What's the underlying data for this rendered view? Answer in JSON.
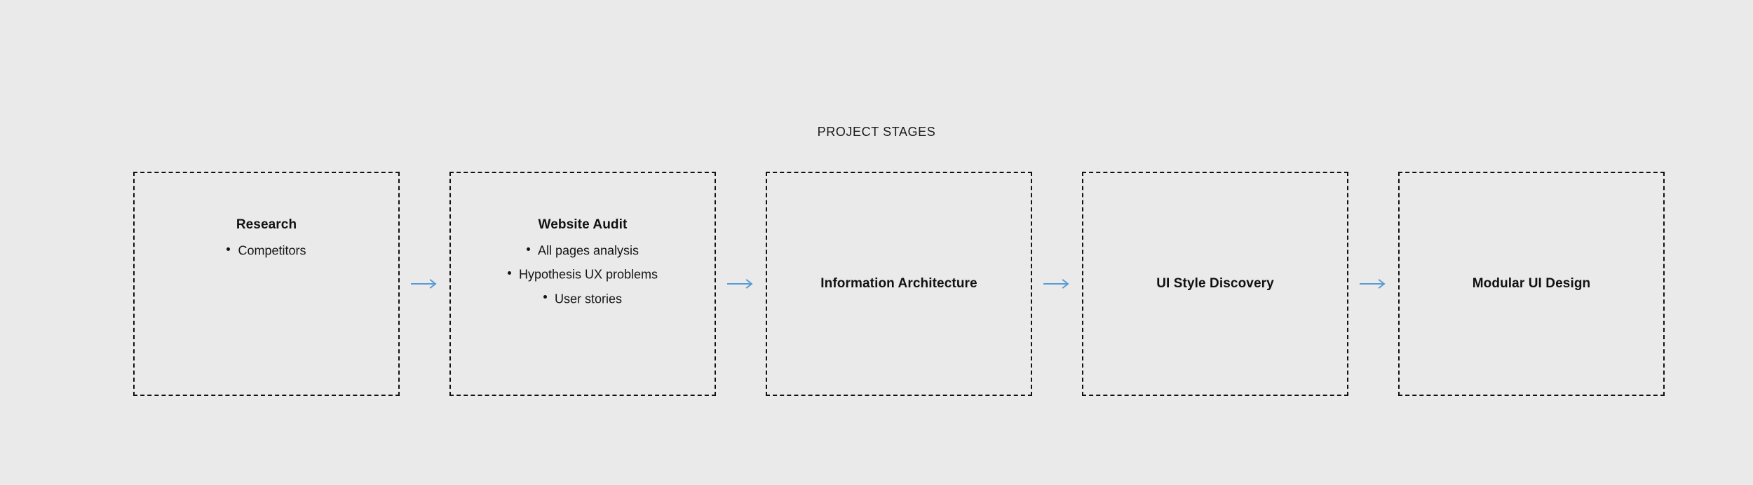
{
  "diagram": {
    "title": "PROJECT STAGES",
    "accent_color": "#5b9bd5",
    "text_color": "#111111",
    "background_color": "#eaeaea",
    "border_color": "#111111",
    "stages": [
      {
        "name": "research",
        "title": "Research",
        "items": [
          "Competitors"
        ]
      },
      {
        "name": "website-audit",
        "title": "Website Audit",
        "items": [
          "All pages analysis",
          "Hypothesis UX problems",
          "User stories"
        ]
      },
      {
        "name": "information-architecture",
        "title": "Information Architecture",
        "items": []
      },
      {
        "name": "ui-style-discovery",
        "title": "UI Style Discovery",
        "items": []
      },
      {
        "name": "modular-ui-design",
        "title": "Modular UI Design",
        "items": []
      }
    ],
    "connectors": [
      {
        "name": "arrow-research-to-website-audit",
        "icon": "arrow-right-icon"
      },
      {
        "name": "arrow-website-audit-to-information-architecture",
        "icon": "arrow-right-icon"
      },
      {
        "name": "arrow-information-architecture-to-ui-style-discovery",
        "icon": "arrow-right-icon"
      },
      {
        "name": "arrow-ui-style-discovery-to-modular-ui-design",
        "icon": "arrow-right-icon"
      }
    ]
  }
}
